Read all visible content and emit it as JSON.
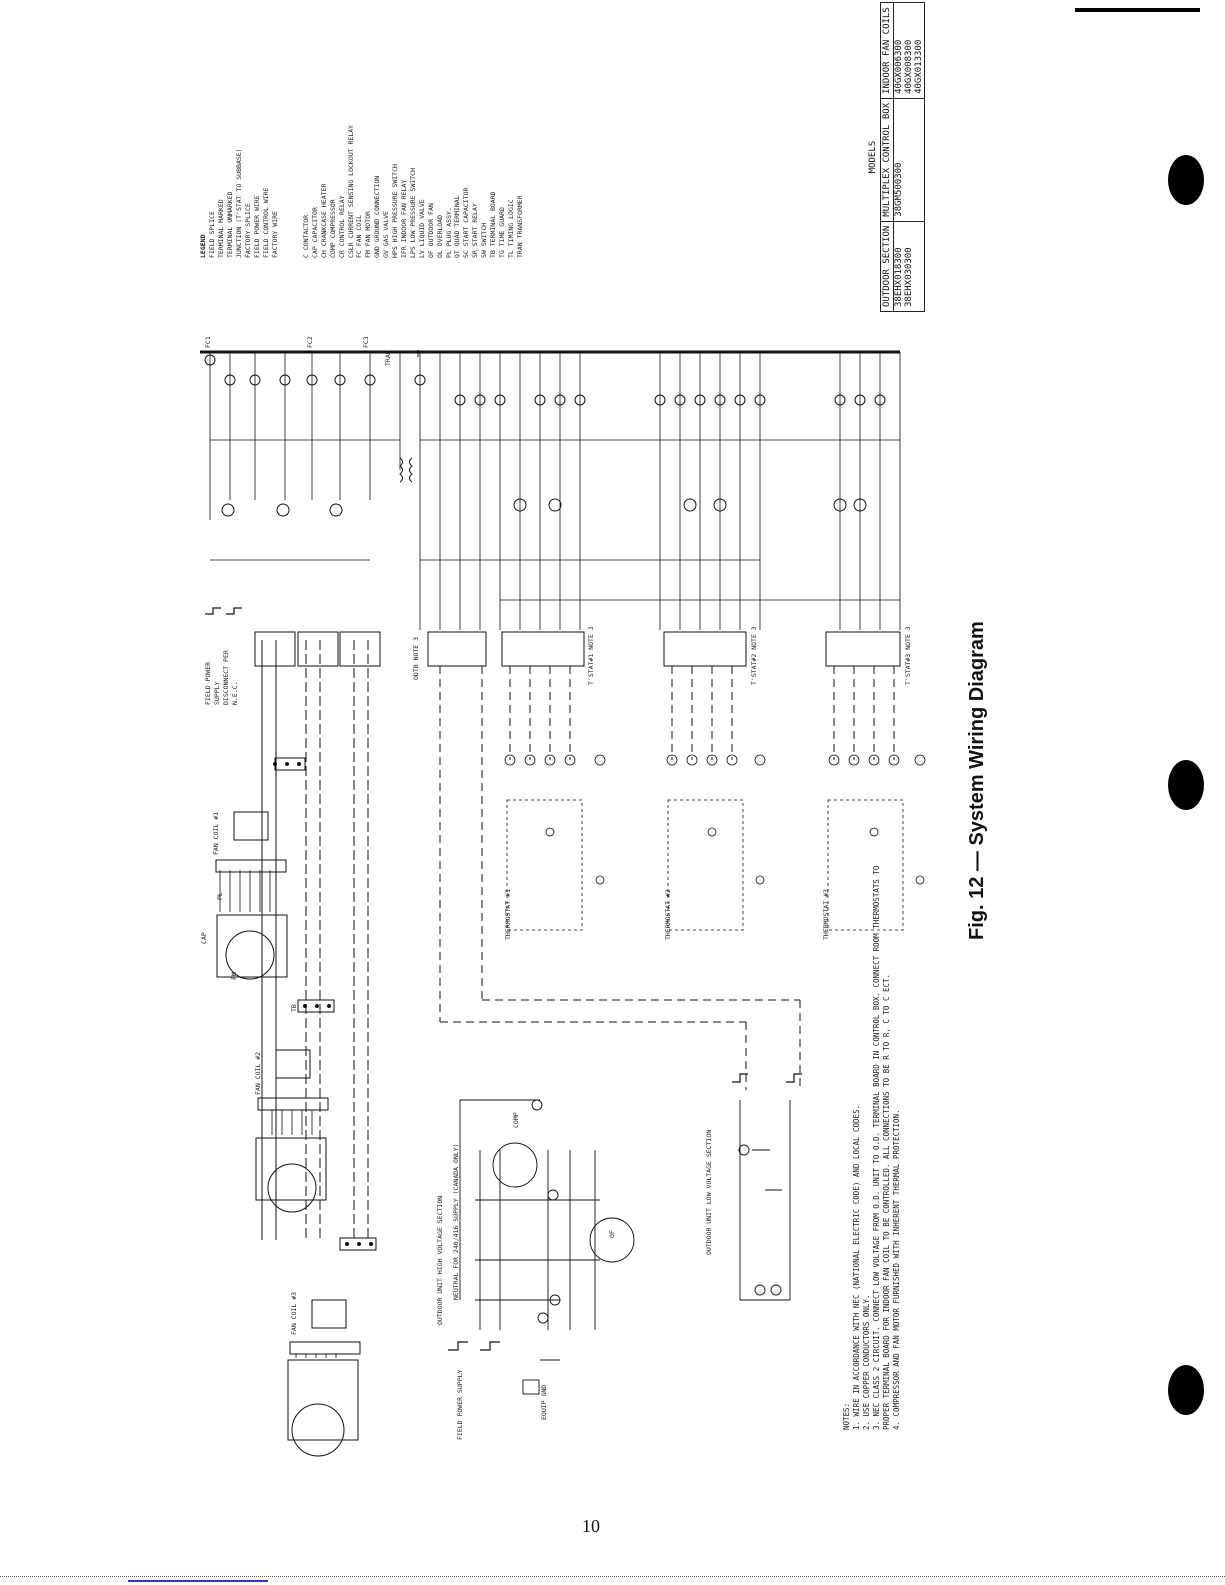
{
  "figure": {
    "caption": "Fig. 12 — System Wiring Diagram",
    "page_number": "10"
  },
  "legend": {
    "title": "LEGEND",
    "symbols": [
      "FIELD SPLICE",
      "TERMINAL MARKED",
      "TERMINAL UNMARKED",
      "JUNCTION (T'STAT TO SUBBASE)",
      "FACTORY SPLICE",
      "FIELD POWER WIRE",
      "FIELD CONTROL WIRE",
      "FACTORY WIRE"
    ],
    "abbreviations": [
      "C CONTACTOR",
      "CAP CAPACITOR",
      "CH CRANKCASE HEATER",
      "COMP COMPRESSOR",
      "CR CONTROL RELAY",
      "CSLR CURRENT SENSING LOCKOUT RELAY",
      "FC FAN COIL",
      "FM FAN MOTOR",
      "GND GROUND CONNECTION",
      "GV GAS VALVE",
      "HPS HIGH PRESSURE SWITCH",
      "IFR INDOOR FAN RELAY",
      "LPS LOW PRESSURE SWITCH",
      "LV LIQUID VALVE",
      "OF OUTDOOR FAN",
      "OL OVERLOAD",
      "PL PLUG ASSY.",
      "QT QUAD TERMINAL",
      "SC START CAPACITOR",
      "SR START RELAY",
      "SW SWITCH",
      "TB TERMINAL BOARD",
      "TG TIME GUARD",
      "TL TIMING LOGIC",
      "TRAN TRANSFORMER"
    ]
  },
  "models_table": {
    "title": "MODELS",
    "headers": [
      "OUTDOOR SECTION",
      "MULTIPLEX CONTROL BOX",
      "INDOOR FAN COILS"
    ],
    "rows": [
      [
        "38EHX018300",
        "38GM500300",
        "40GX006300"
      ],
      [
        "38EHX030300",
        "",
        "40GX008300"
      ],
      [
        "",
        "",
        "40GX013300"
      ]
    ]
  },
  "notes": {
    "title": "NOTES:",
    "items": [
      "1. WIRE IN ACCORDANCE WITH NEC (NATIONAL ELECTRIC CODE) AND LOCAL CODES.",
      "2. USE COPPER CONDUCTORS ONLY.",
      "3. NEC CLASS 2 CIRCUIT. CONNECT LOW VOLTAGE FROM O.D. UNIT TO O.D. TERMINAL BOARD IN CONTROL BOX. CONNECT ROOM THERMOSTATS TO PROPER TERMINAL BOARD FOR INDOOR FAN COIL TO BE CONTROLLED. ALL CONNECTIONS TO BE R TO R, C TO C ECT.",
      "4. COMPRESSOR AND FAN MOTOR FURNISHED WITH INHERENT THERMAL PROTECTION."
    ]
  },
  "labels": {
    "fan_coil_1": "FAN COIL #1",
    "fan_coil_2": "FAN COIL #2",
    "fan_coil_3": "FAN COIL #3",
    "thermostat_1": "THERMOSTAT #1",
    "thermostat_2": "THERMOSTAT #2",
    "thermostat_3": "THERMOSTAT #3",
    "tstat_block_1": "T'STAT#1 NOTE 3",
    "tstat_block_2": "T'STAT#2 NOTE 3",
    "tstat_block_3": "T'STAT#3 NOTE 3",
    "odtb": "ODTB NOTE 3",
    "hv_section": "OUTDOOR UNIT HIGH VOLTAGE SECTION",
    "lv_section": "OUTDOOR UNIT LOW VOLTAGE SECTION",
    "neutral_note": "NEUTRAL FOR 240/416 SUPPLY (CANADA ONLY)",
    "field_power_supply": "FIELD POWER SUPPLY",
    "field_power_disconnect": "FIELD POWER SUPPLY DISCONNECT PER N.E.C.",
    "equip_gnd": "EQUIP GND",
    "fc1": "FC1",
    "fc2": "FC2",
    "fc3": "FC3",
    "tran": "TRAN",
    "comp": "COMP",
    "of": "OF",
    "cap": "CAP",
    "fm": "FM",
    "pl": "PL",
    "tb": "TB"
  },
  "colors": {
    "ink": "#111111",
    "paper": "#ffffff",
    "link_line": "#3333cc"
  }
}
